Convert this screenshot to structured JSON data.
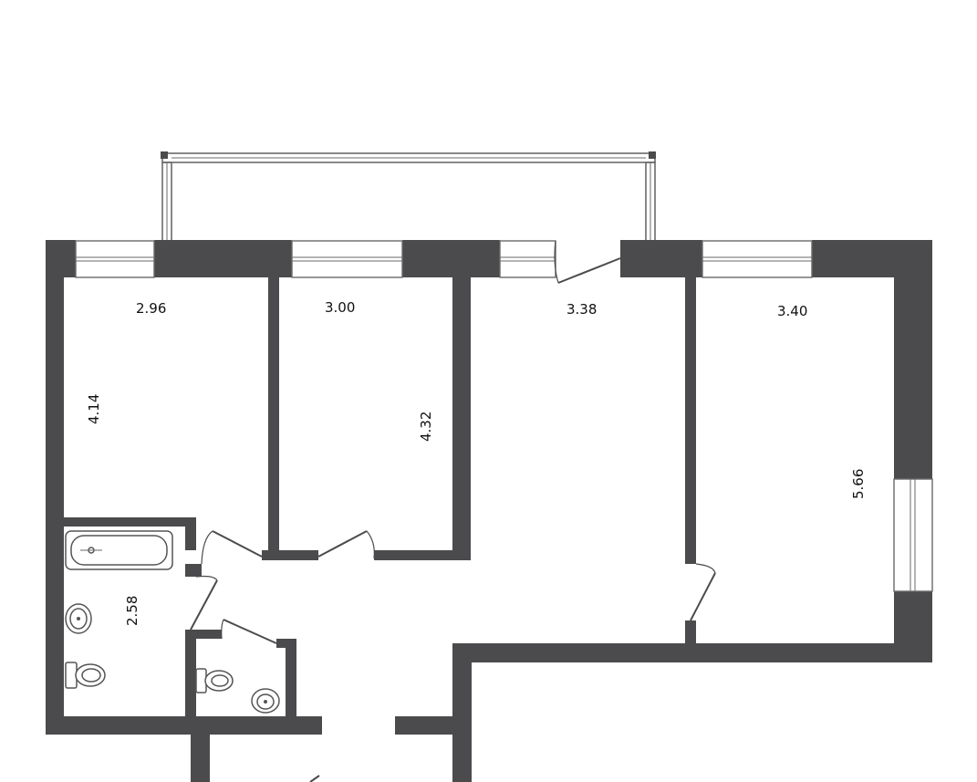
{
  "plan": {
    "dimensions": {
      "room1_width": "2.96",
      "room1_length": "4.14",
      "room2_width": "3.00",
      "room2_length": "4.32",
      "room3_width": "3.38",
      "room4_width": "3.40",
      "room4_length": "5.66",
      "bathroom_length": "2.58"
    },
    "colors": {
      "wall": "#4b4b4d",
      "line": "#6a6a6a",
      "background": "#ffffff"
    }
  }
}
